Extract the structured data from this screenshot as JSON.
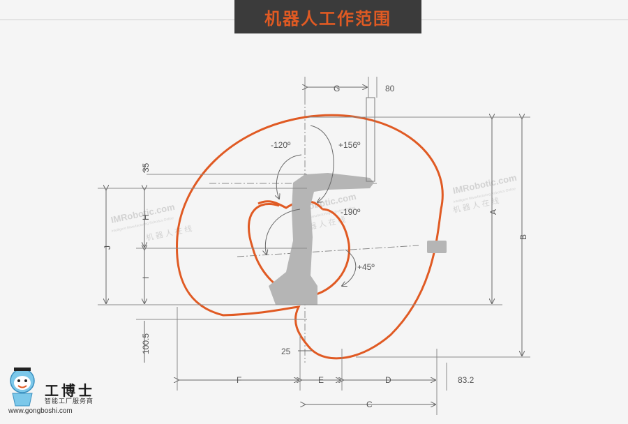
{
  "header": {
    "title": "机器人工作范围"
  },
  "dimensions": {
    "G": "G",
    "top_80": "80",
    "angle_neg120": "-120º",
    "angle_pos156": "+156º",
    "angle_neg190": "-190º",
    "angle_pos45": "+45º",
    "v35": "35",
    "H": "H",
    "J": "J",
    "I": "I",
    "v100_5": "100.5",
    "A": "A",
    "B": "B",
    "v25": "25",
    "F": "F",
    "E": "E",
    "D": "D",
    "v83_2": "83.2",
    "C": "C"
  },
  "watermark": {
    "brand": "IMRobotic.com",
    "tagline": "Intelligent Manufacturing Robotics Online",
    "cn": "机 器 人 在 线"
  },
  "logo": {
    "name": "工博士",
    "subtitle": "智能工厂服务商",
    "url": "www.gongboshi.com"
  },
  "colors": {
    "accent": "#e05a23",
    "robot": "#b5b5b5",
    "dim_line": "#7a7a7a",
    "title_bg": "#3b3b3b"
  }
}
